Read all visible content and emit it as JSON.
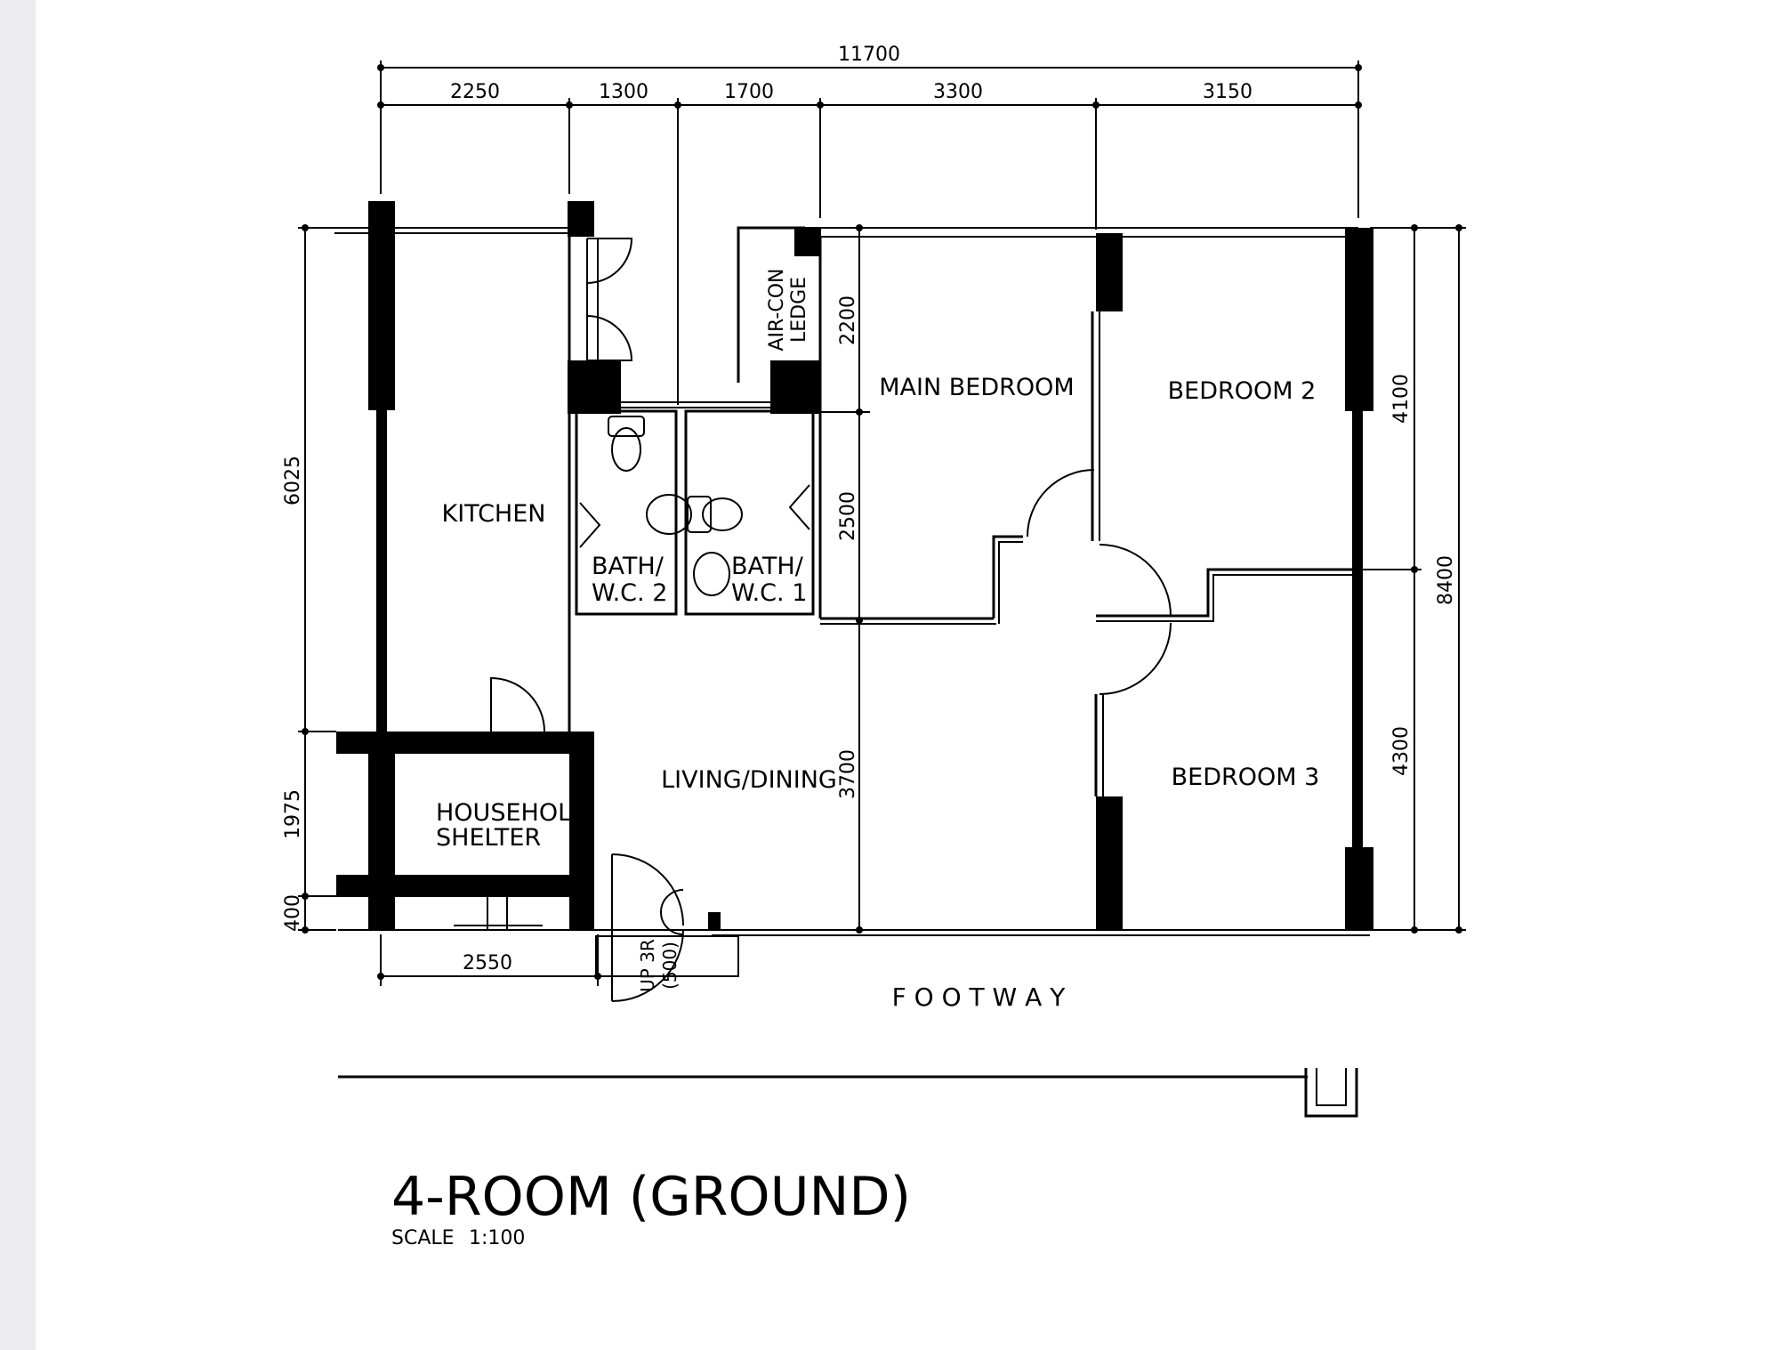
{
  "drawing": {
    "title": "4-ROOM (GROUND)",
    "scale_label": "SCALE",
    "scale_value": "1:100",
    "footway_label": "F O O T W A Y"
  },
  "dimensions": {
    "overall_width": "11700",
    "top_segments": [
      "2250",
      "1300",
      "1700",
      "3300",
      "3150"
    ],
    "left_stack": [
      "6025",
      "1975",
      "400"
    ],
    "bottom_left": "2550",
    "right_inner": [
      "4100",
      "4300"
    ],
    "right_overall": "8400",
    "inner_vertical": [
      "2200",
      "2500",
      "3700"
    ]
  },
  "rooms": {
    "kitchen": "KITCHEN",
    "household_shelter": [
      "HOUSEHOLD",
      "SHELTER"
    ],
    "bath_wc_2": [
      "BATH/",
      "W.C. 2"
    ],
    "bath_wc_1": [
      "BATH/",
      "W.C. 1"
    ],
    "aircon_ledge": [
      "AIR-CON",
      "LEDGE"
    ],
    "main_bedroom": "MAIN BEDROOM",
    "bedroom_2": "BEDROOM 2",
    "bedroom_3": "BEDROOM 3",
    "living_dining": "LIVING/DINING",
    "stair_note": [
      "UP 3R",
      "(500)"
    ]
  }
}
